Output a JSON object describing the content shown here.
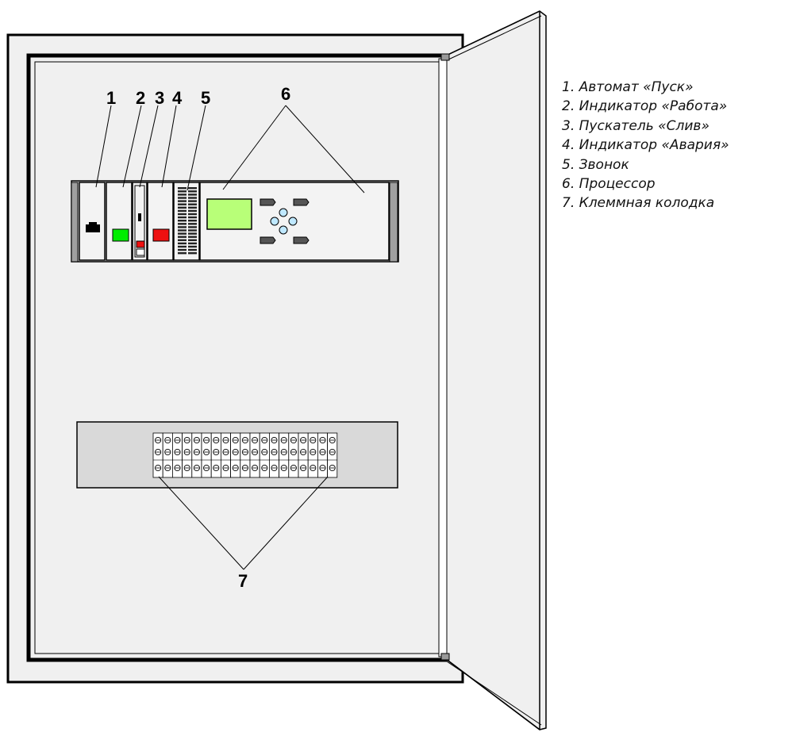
{
  "numbers": {
    "n1": "1",
    "n2": "2",
    "n3": "3",
    "n4": "4",
    "n5": "5",
    "n6": "6",
    "n7": "7"
  },
  "legend": [
    "1. Автомат «Пуск»",
    "2. Индикатор «Работа»",
    "3. Пускатель «Слив»",
    "4. Индикатор «Авария»",
    "5. Звонок",
    "6. Процессор",
    "7. Клеммная колодка"
  ],
  "colors": {
    "panel": "#f0f0f0",
    "frame": "#000000",
    "din_rail": "#e8e8e8",
    "rail_ends": "#a0a0a0",
    "display": "#b8ff78",
    "work_indicator": "#00ee00",
    "alarm_indicator": "#ee1111",
    "keypad_round_buttons": "#bfe8ff",
    "terminal_plate": "#d9d9d9"
  }
}
